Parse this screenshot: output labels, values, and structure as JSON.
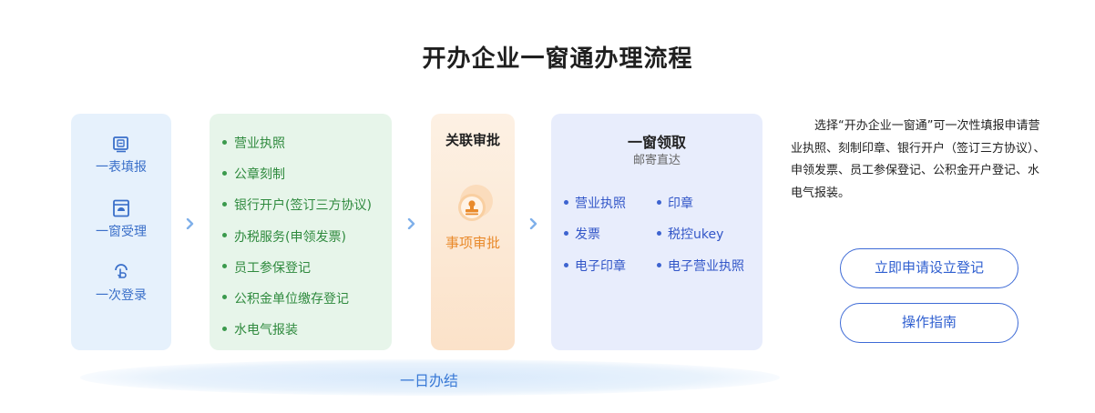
{
  "title": "开办企业一窗通办理流程",
  "bottom_label": "一日办结",
  "steps": [
    {
      "label": "一表填报",
      "icon": "form-icon"
    },
    {
      "label": "一窗受理",
      "icon": "window-icon"
    },
    {
      "label": "一次登录",
      "icon": "touch-icon"
    }
  ],
  "green_items": [
    "营业执照",
    "公章刻制",
    "银行开户(签订三方协议)",
    "办税服务(申领发票)",
    "员工参保登记",
    "公积金单位缴存登记",
    "水电气报装"
  ],
  "approval": {
    "title": "关联审批",
    "label": "事项审批",
    "icon": "stamp-icon"
  },
  "pickup": {
    "title": "一窗领取",
    "subtitle": "邮寄直达",
    "items": [
      "营业执照",
      "印章",
      "发票",
      "税控ukey",
      "电子印章",
      "电子营业执照"
    ]
  },
  "description": "选择“开办企业一窗通”可一次性填报申请营业执照、刻制印章、银行开户（签订三方协议）、申领发票、员工参保登记、公积金开户登记、水电气报装。",
  "buttons": {
    "apply": "立即申请设立登记",
    "guide": "操作指南"
  },
  "colors": {
    "blue_accent": "#3a6fc9",
    "green_text": "#2f8a3e",
    "orange_text": "#e98a2b",
    "lavender_text": "#3256c8",
    "button_border": "#3d6ad6"
  }
}
